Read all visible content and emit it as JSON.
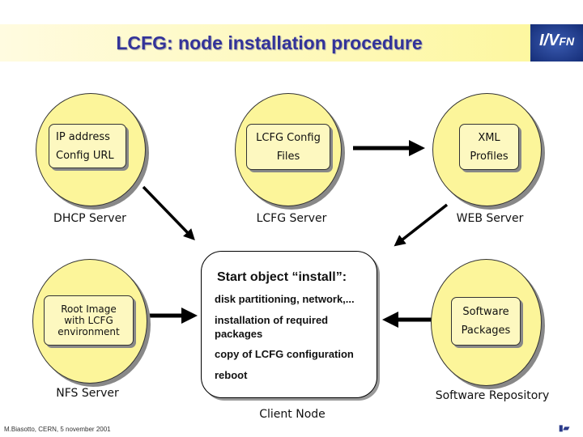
{
  "title": "LCFG: node installation procedure",
  "logo": "INFN",
  "nodes": {
    "dhcp": {
      "lines": [
        "IP address",
        "Config URL"
      ],
      "label": "DHCP Server"
    },
    "lcfg": {
      "lines": [
        "LCFG Config",
        "Files"
      ],
      "label": "LCFG Server"
    },
    "web": {
      "lines": [
        "XML",
        "Profiles"
      ],
      "label": "WEB Server"
    },
    "nfs": {
      "lines": [
        "Root Image",
        "with LCFG",
        "environment"
      ],
      "label": "NFS Server"
    },
    "repo": {
      "lines": [
        "Software",
        "Packages"
      ],
      "label": "Software Repository"
    }
  },
  "client": {
    "heading": "Start object “install”:",
    "steps": [
      "disk partitioning, network,...",
      "installation of required",
      "packages",
      "copy of LCFG configuration",
      "reboot"
    ],
    "label": "Client Node"
  },
  "footer": "M.Biasotto, CERN, 5 november 2001",
  "footer_logo": "lnl",
  "colors": {
    "title": "#333399",
    "ellipse": "#fcf59a"
  }
}
